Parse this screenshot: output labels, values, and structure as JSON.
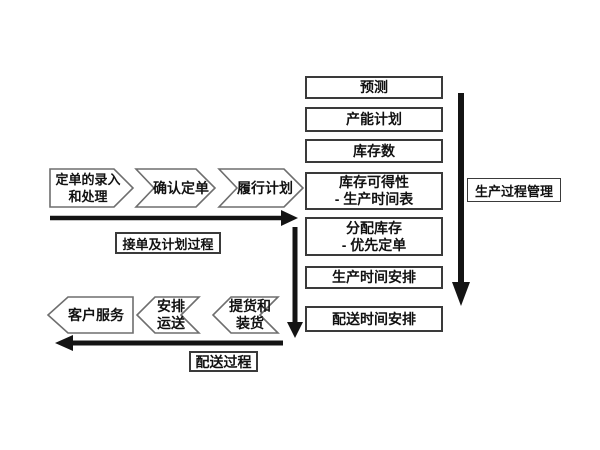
{
  "diagram": {
    "colors": {
      "background": "#ffffff",
      "flow_line": "#141414",
      "box_border": "#3a3a3a",
      "chevron_border": "#6e6e6e",
      "text": "#111111"
    },
    "top_flow": {
      "steps": [
        {
          "lines": [
            "定单的录入",
            "和处理"
          ]
        },
        {
          "lines": [
            "确认定单"
          ]
        },
        {
          "lines": [
            "履行计划"
          ]
        }
      ],
      "process_label": "接单及计划过程"
    },
    "planning_boxes": [
      {
        "lines": [
          "预测"
        ]
      },
      {
        "lines": [
          "产能计划"
        ]
      },
      {
        "lines": [
          "库存数"
        ]
      },
      {
        "lines": [
          "库存可得性",
          "- 生产时间表"
        ]
      },
      {
        "lines": [
          "分配库存",
          "- 优先定单"
        ]
      },
      {
        "lines": [
          "生产时间安排"
        ]
      },
      {
        "lines": [
          "配送时间安排"
        ]
      }
    ],
    "production_label": "生产过程管理",
    "bottom_flow": {
      "steps": [
        {
          "lines": [
            "客户服务"
          ]
        },
        {
          "lines": [
            "安排",
            "运送"
          ]
        },
        {
          "lines": [
            "提货和",
            "装货"
          ]
        }
      ],
      "process_label": "配送过程"
    }
  }
}
